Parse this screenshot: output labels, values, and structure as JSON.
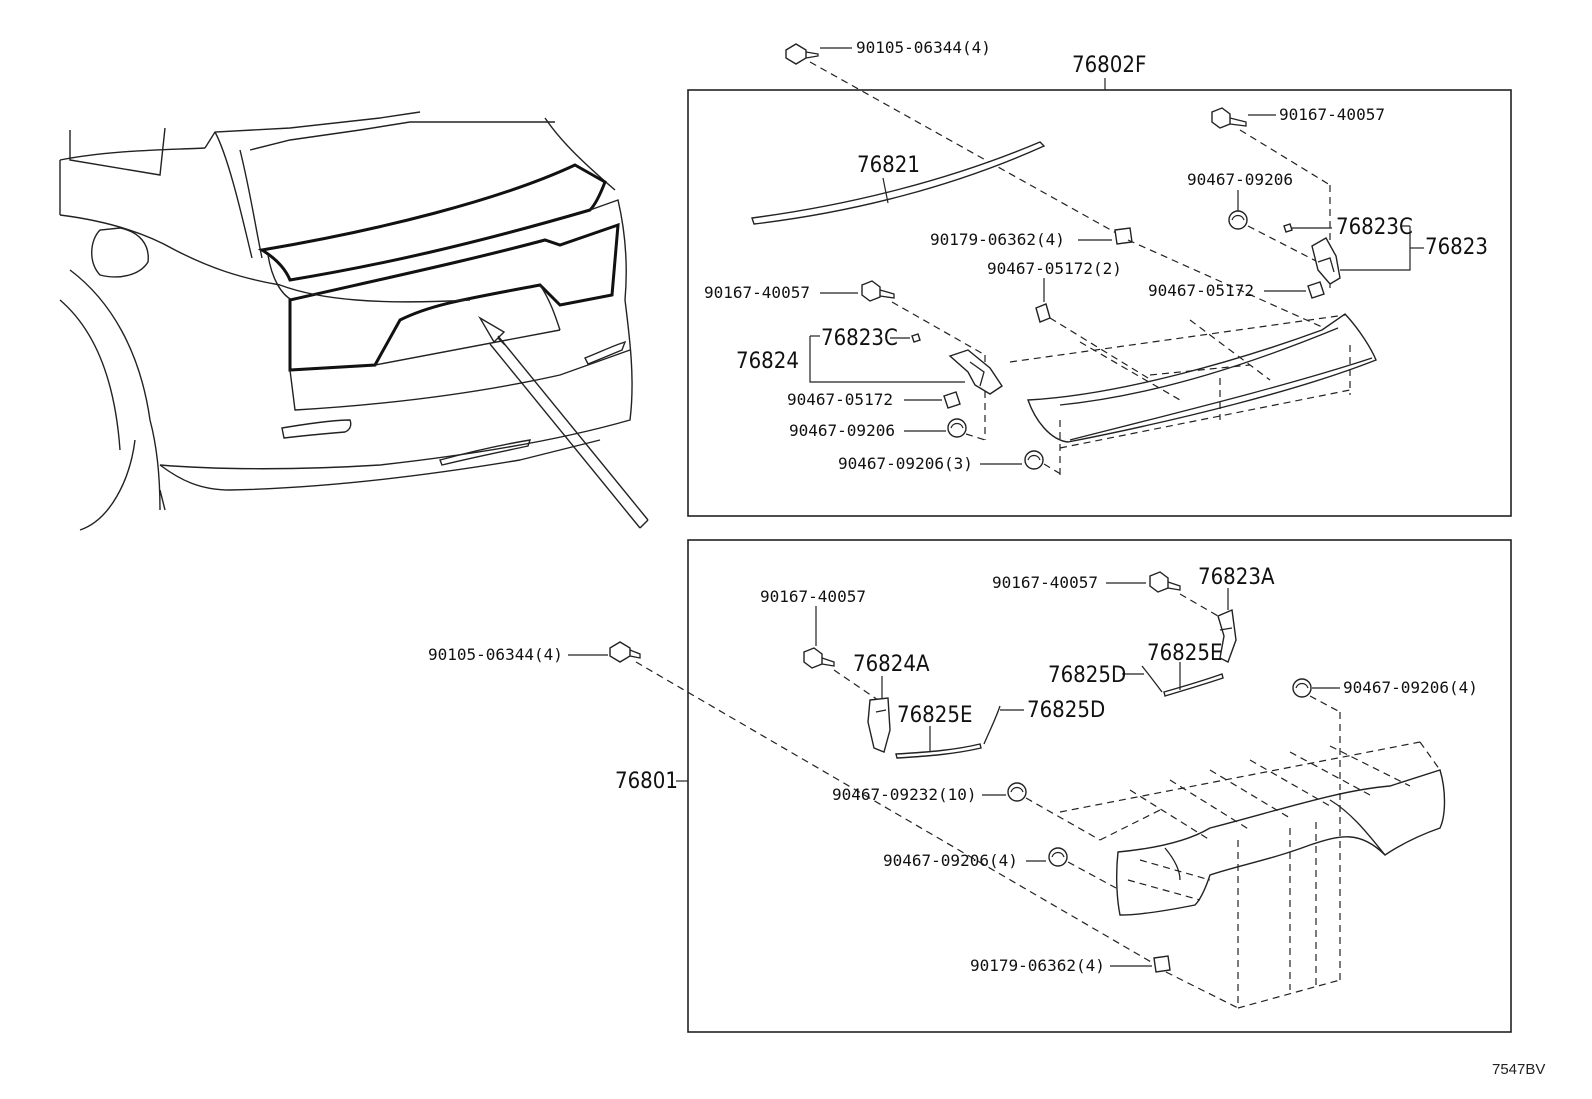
{
  "figure_code": "7547BV",
  "upper_assembly": {
    "assembly_label": "76802F",
    "labels": {
      "p90105_06344_4": "90105-06344(4)",
      "p76821": "76821",
      "p90167_40057_right": "90167-40057",
      "p90467_09206_right": "90467-09206",
      "p76823C_right": "76823C",
      "p76823": "76823",
      "p90179_06362_4": "90179-06362(4)",
      "p90467_05172_2": "90467-05172(2)",
      "p90467_05172_right": "90467-05172",
      "p90167_40057_left": "90167-40057",
      "p76823C_left": "76823C",
      "p76824": "76824",
      "p90467_05172_left": "90467-05172",
      "p90467_09206_left": "90467-09206",
      "p90467_09206_3": "90467-09206(3)"
    }
  },
  "lower_assembly": {
    "assembly_label": "76801",
    "labels": {
      "p90105_06344_4": "90105-06344(4)",
      "p90167_40057_left": "90167-40057",
      "p76824A": "76824A",
      "p76825E_left": "76825E",
      "p76825D_left": "76825D",
      "p90167_40057_right": "90167-40057",
      "p76823A": "76823A",
      "p76825D_right": "76825D",
      "p76825E_right": "76825E",
      "p90467_09206_4_right": "90467-09206(4)",
      "p90467_09232_10": "90467-09232(10)",
      "p90467_09206_4_left": "90467-09206(4)",
      "p90179_06362_4": "90179-06362(4)"
    }
  }
}
